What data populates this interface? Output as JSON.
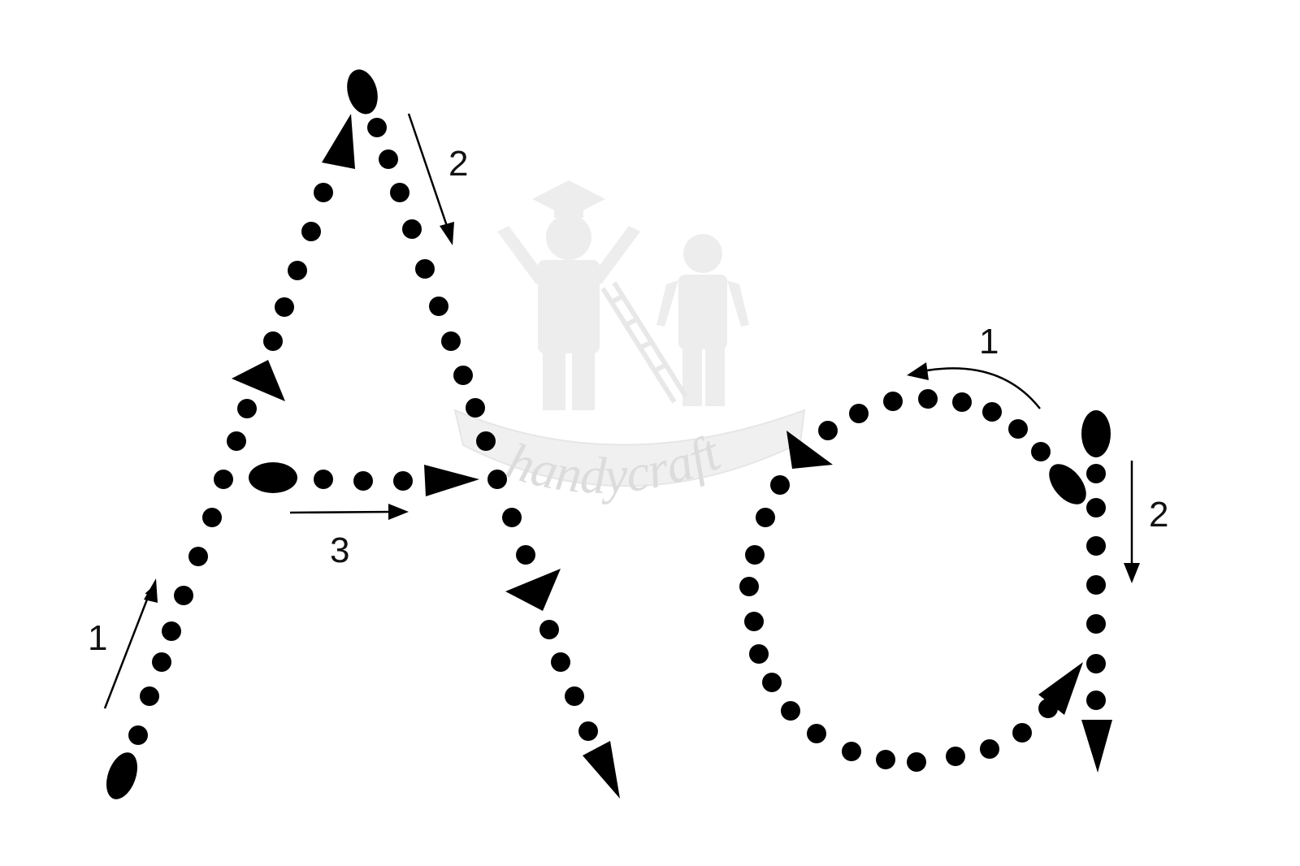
{
  "colors": {
    "ink": "#000000",
    "watermark": "#dcdcdc",
    "background": "#ffffff"
  },
  "letters": [
    {
      "glyph": "A",
      "strokes": [
        {
          "order_label": "1",
          "direction": "up-right"
        },
        {
          "order_label": "2",
          "direction": "down-right"
        },
        {
          "order_label": "3",
          "direction": "right"
        }
      ]
    },
    {
      "glyph": "a",
      "strokes": [
        {
          "order_label": "1",
          "direction": "counter-clockwise"
        },
        {
          "order_label": "2",
          "direction": "down"
        }
      ]
    }
  ],
  "watermark": {
    "text": "handycraft",
    "icon": "graduate-and-child-logo"
  }
}
